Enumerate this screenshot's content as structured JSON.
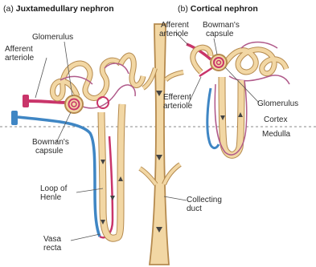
{
  "panel_a": {
    "letter": "(a)",
    "title": "Juxtamedullary nephron"
  },
  "panel_b": {
    "letter": "(b)",
    "title": "Cortical nephron"
  },
  "labels": {
    "glomerulus_a": "Glomerulus",
    "afferent_a_1": "Afferent",
    "afferent_a_2": "arteriole",
    "bowmans_a_1": "Bowman's",
    "bowmans_a_2": "capsule",
    "loop_1": "Loop of",
    "loop_2": "Henle",
    "vasa_1": "Vasa",
    "vasa_2": "recta",
    "afferent_b_1": "Afferent",
    "afferent_b_2": "arteriole",
    "bowmans_b_1": "Bowman's",
    "bowmans_b_2": "capsule",
    "efferent_1": "Efferent",
    "efferent_2": "arteriole",
    "glomerulus_b": "Glomerulus",
    "cortex": "Cortex",
    "medulla": "Medulla",
    "collecting_1": "Collecting",
    "collecting_2": "duct"
  },
  "colors": {
    "tubule": "#f2d7a4",
    "tubule_edge": "#b58a4e",
    "artery": "#c9356a",
    "vein": "#3f86c4",
    "capillary": "#b05a8a"
  }
}
